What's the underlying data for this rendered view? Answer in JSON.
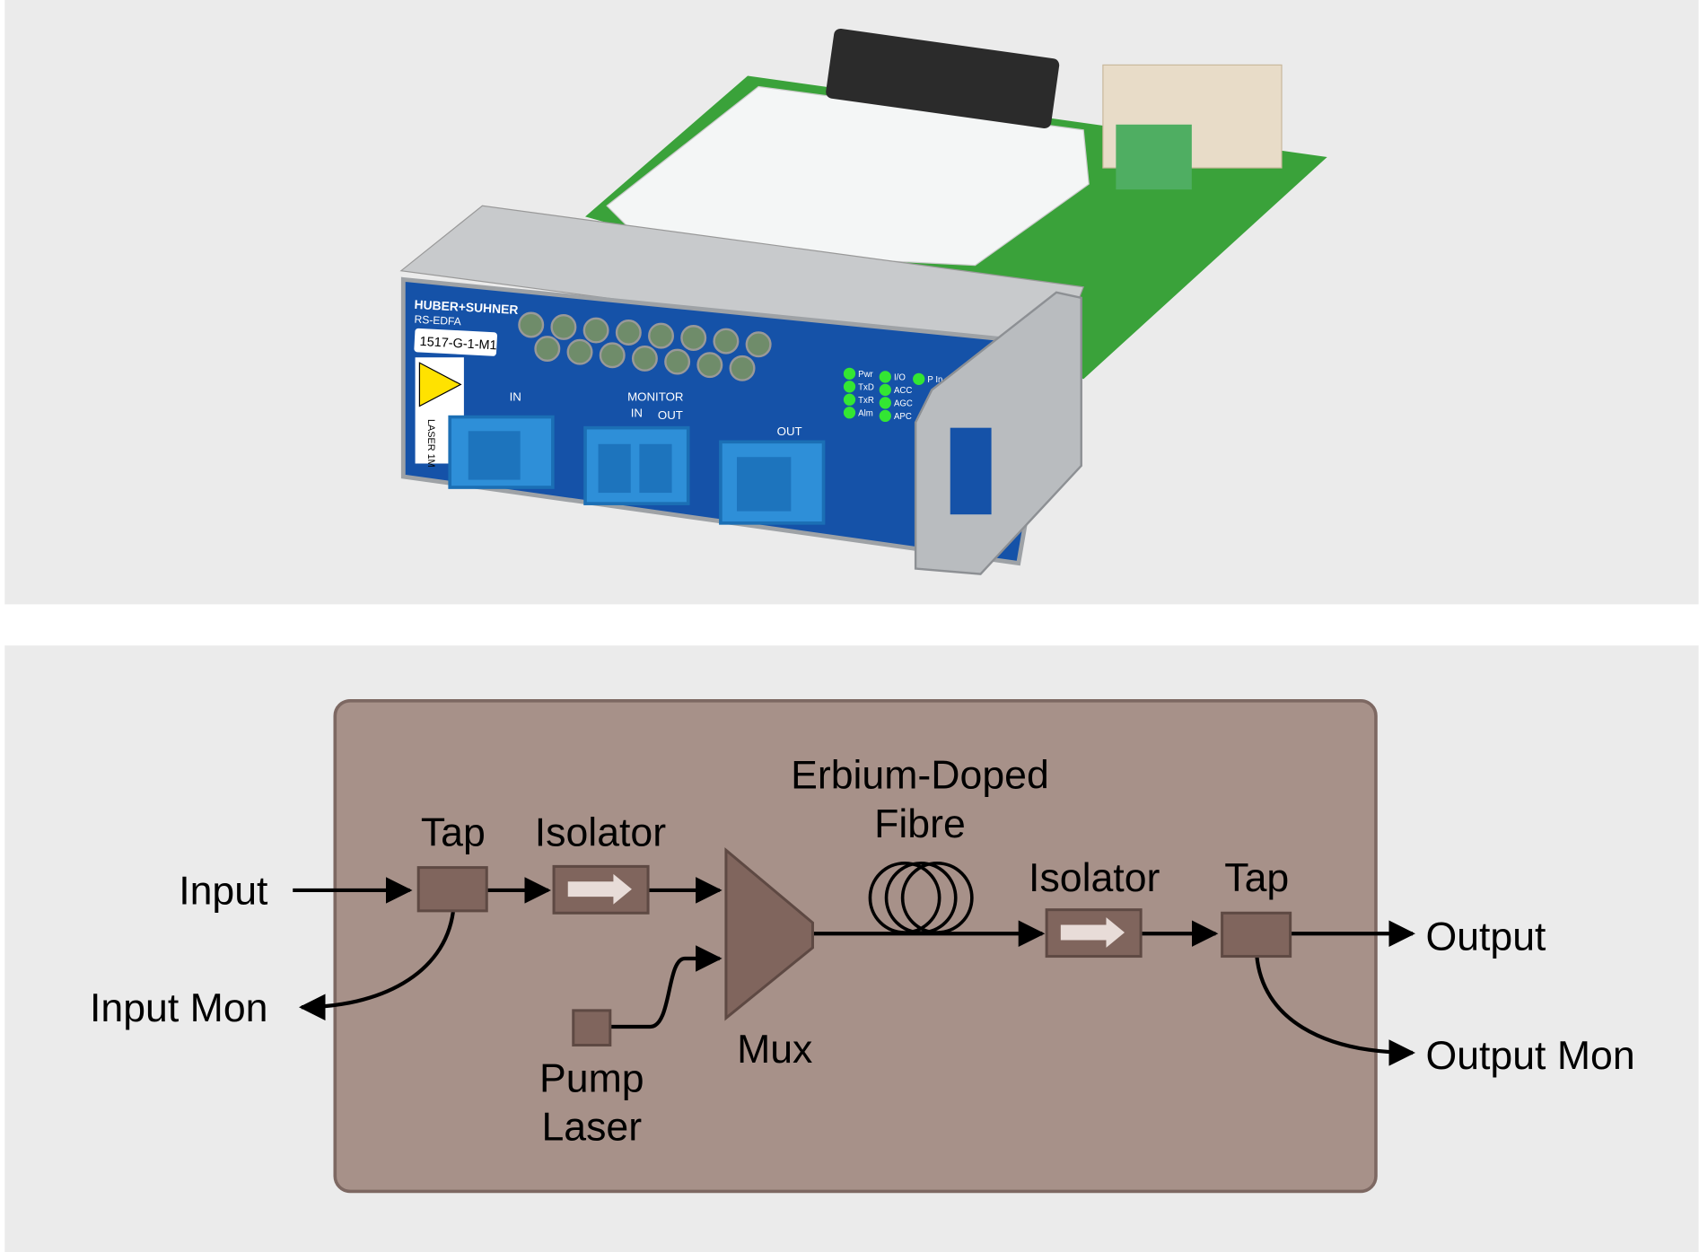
{
  "product": {
    "brand": "HUBER+SUHNER",
    "model": "RS-EDFA",
    "part_number": "1517-G-1-M1",
    "laser_class": "LASER 1M",
    "ports": {
      "in": "IN",
      "monitor": "MONITOR",
      "monitor_in": "IN",
      "monitor_out": "OUT",
      "out": "OUT"
    },
    "leds": [
      [
        "Pwr",
        "TxD",
        "TxR",
        "Alm"
      ],
      [
        "I/O",
        "ACC",
        "AGC",
        "APC"
      ],
      [
        "P In"
      ]
    ],
    "colors": {
      "panel_blue": "#1552a8",
      "connector_blue": "#2e8fd8",
      "pcb_green": "#3aa23a",
      "led_green": "#33e633"
    }
  },
  "diagram": {
    "labels": {
      "input": "Input",
      "input_mon": "Input Mon",
      "tap1": "Tap",
      "isolator1": "Isolator",
      "mux": "Mux",
      "pump_laser_line1": "Pump",
      "pump_laser_line2": "Laser",
      "edf_line1": "Erbium-Doped",
      "edf_line2": "Fibre",
      "isolator2": "Isolator",
      "tap2": "Tap",
      "output": "Output",
      "output_mon": "Output Mon"
    },
    "colors": {
      "box_fill": "#a79189",
      "component_fill": "#80655d",
      "background": "#ebebeb"
    }
  }
}
